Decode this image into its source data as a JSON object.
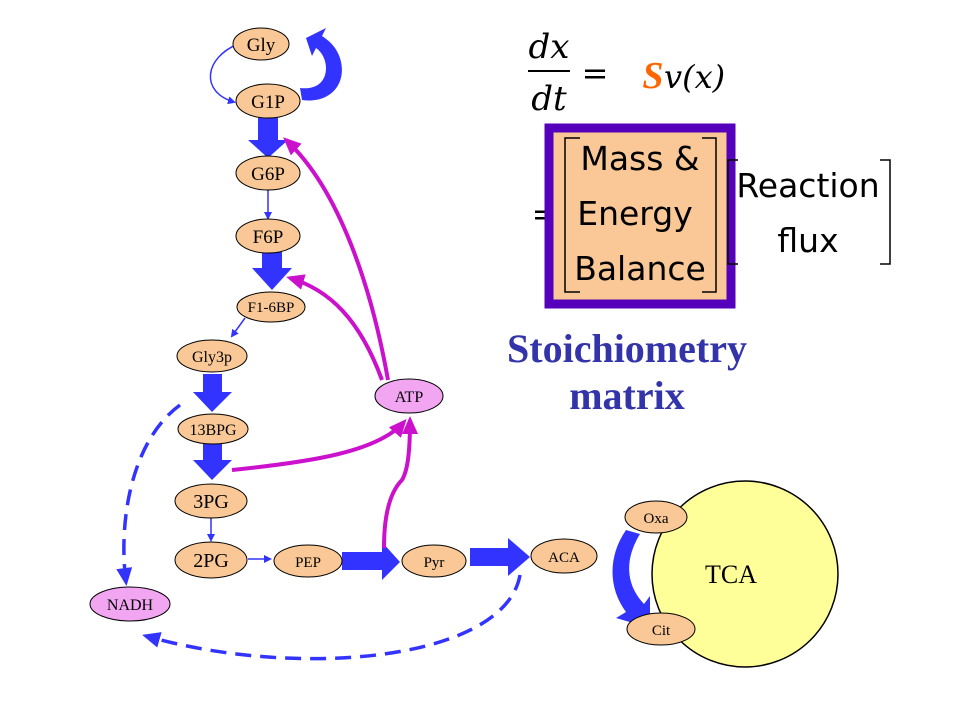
{
  "nodes": {
    "gly": "Gly",
    "g1p": "G1P",
    "g6p": "G6P",
    "f6p": "F6P",
    "f16bp": "F1-6BP",
    "gly3p": "Gly3p",
    "bpg13": "13BPG",
    "pg3": "3PG",
    "pg2": "2PG",
    "pep": "PEP",
    "pyr": "Pyr",
    "aca": "ACA",
    "oxa": "Oxa",
    "cit": "Cit",
    "atp": "ATP",
    "nadh": "NADH",
    "tca": "TCA"
  },
  "equation": {
    "numerator": "dx",
    "denominator": "dt",
    "equals": "=",
    "s_symbol": "S",
    "rhs": "v(x)",
    "equals2": "="
  },
  "mass_energy_box": {
    "line1": "Mass &",
    "line2": "Energy",
    "line3": "Balance"
  },
  "reaction_flux": {
    "line1": "Reaction",
    "line2": "flux"
  },
  "caption": {
    "line1": "Stoichiometry",
    "line2": "matrix"
  },
  "colors": {
    "node_fill": "#f9c896",
    "pink_fill": "#f2a6f2",
    "tca_fill": "#ffff99",
    "flux_arrow": "#3333ff",
    "atp_arrow": "#cc11cc",
    "box_border": "#5500bb",
    "caption": "#3333aa",
    "s_orange": "#ff6600"
  }
}
